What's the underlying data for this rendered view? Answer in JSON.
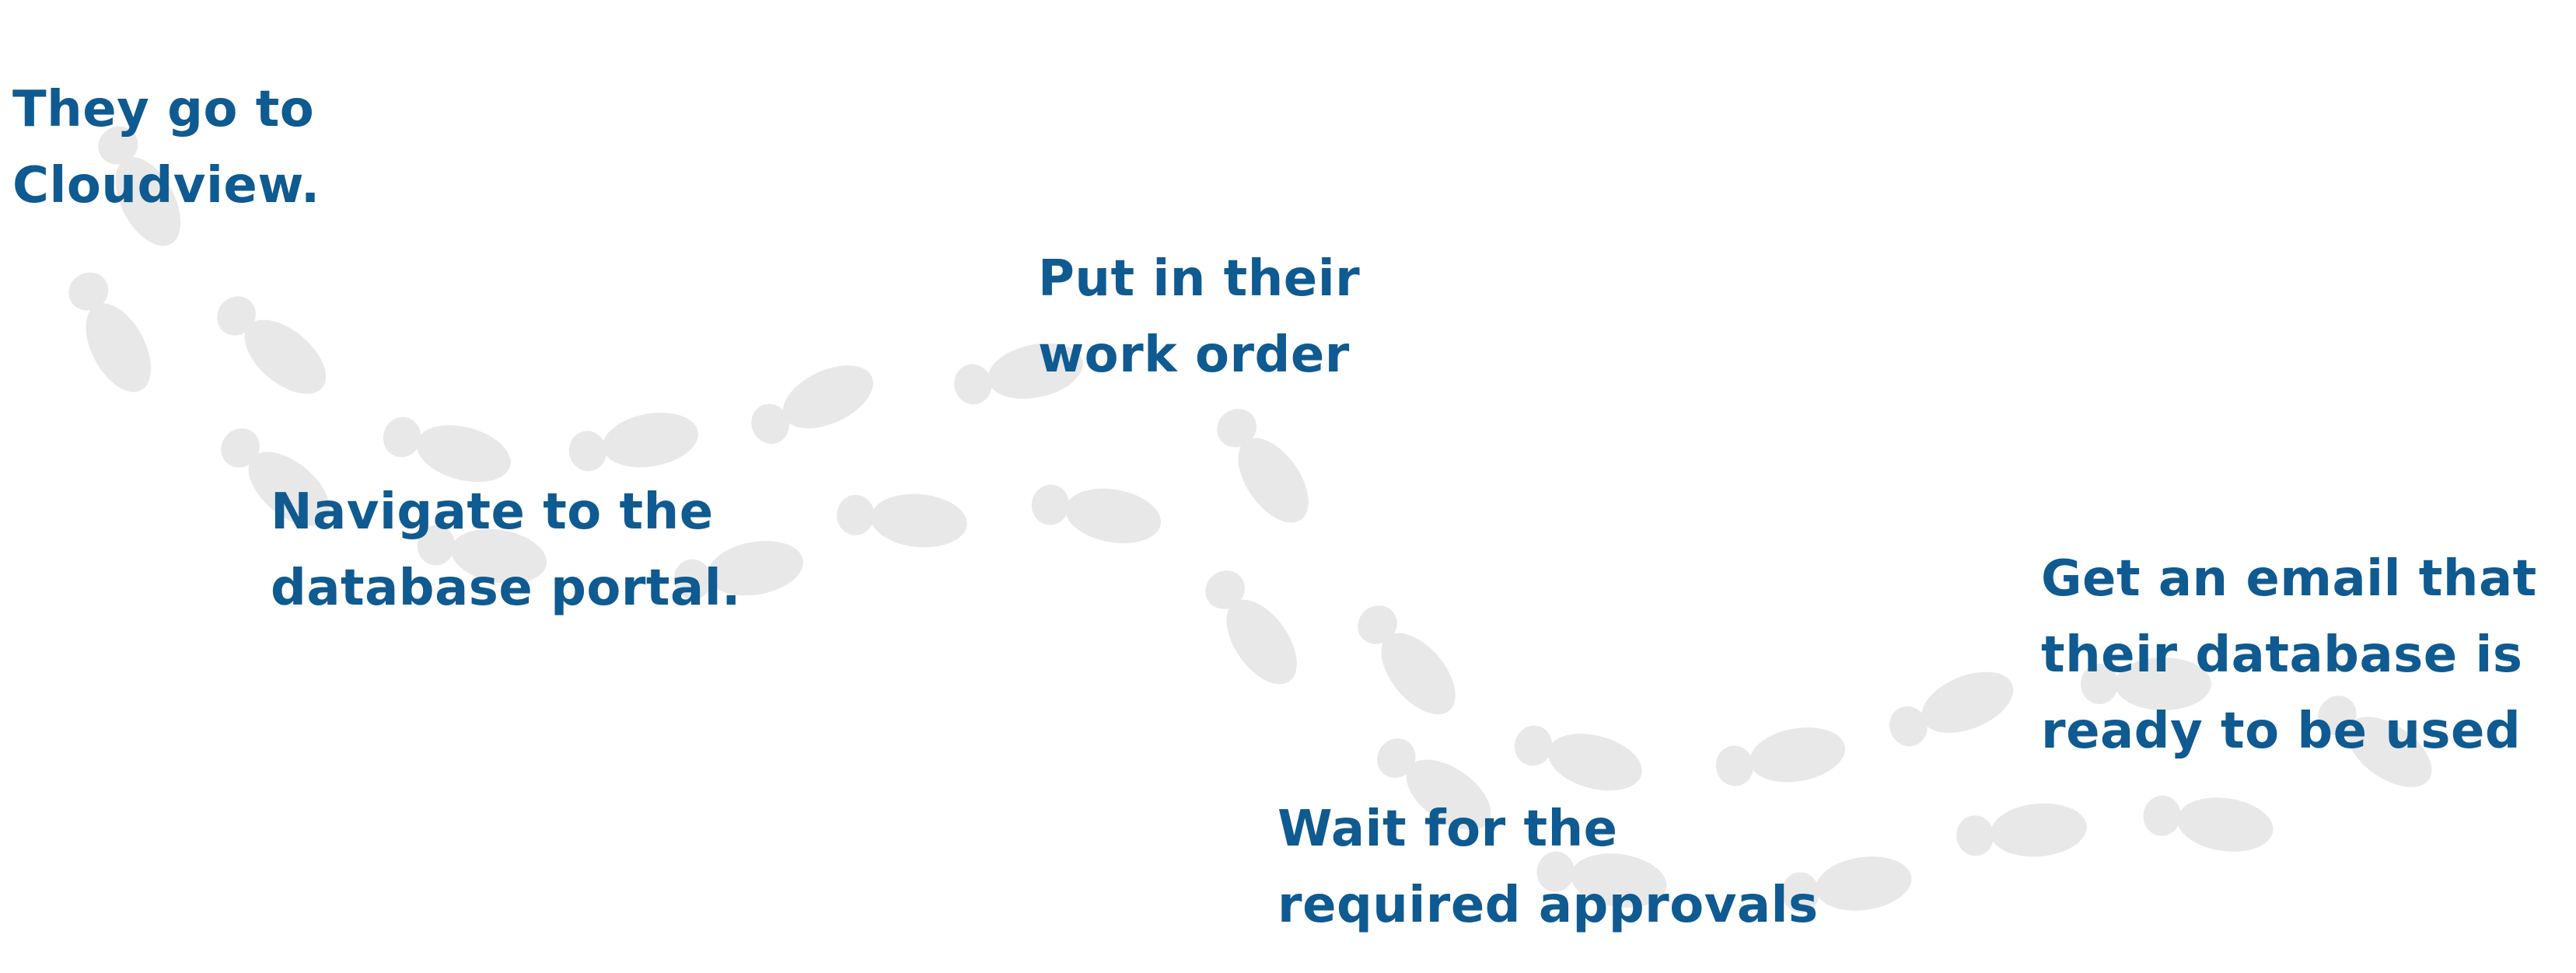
{
  "colors": {
    "text": "#0f5a91",
    "footprint": "#e8e8e8",
    "background": "#ffffff"
  },
  "footprint_icon": "shoe-print-icon",
  "steps": [
    {
      "lines": [
        "They go to",
        "Cloudview."
      ]
    },
    {
      "lines": [
        "Navigate to the",
        "database portal."
      ]
    },
    {
      "lines": [
        "Put in their",
        "work order"
      ]
    },
    {
      "lines": [
        "Wait for the",
        "required approvals"
      ]
    },
    {
      "lines": [
        "Get an email that",
        "their database is",
        "ready to be used"
      ]
    }
  ]
}
